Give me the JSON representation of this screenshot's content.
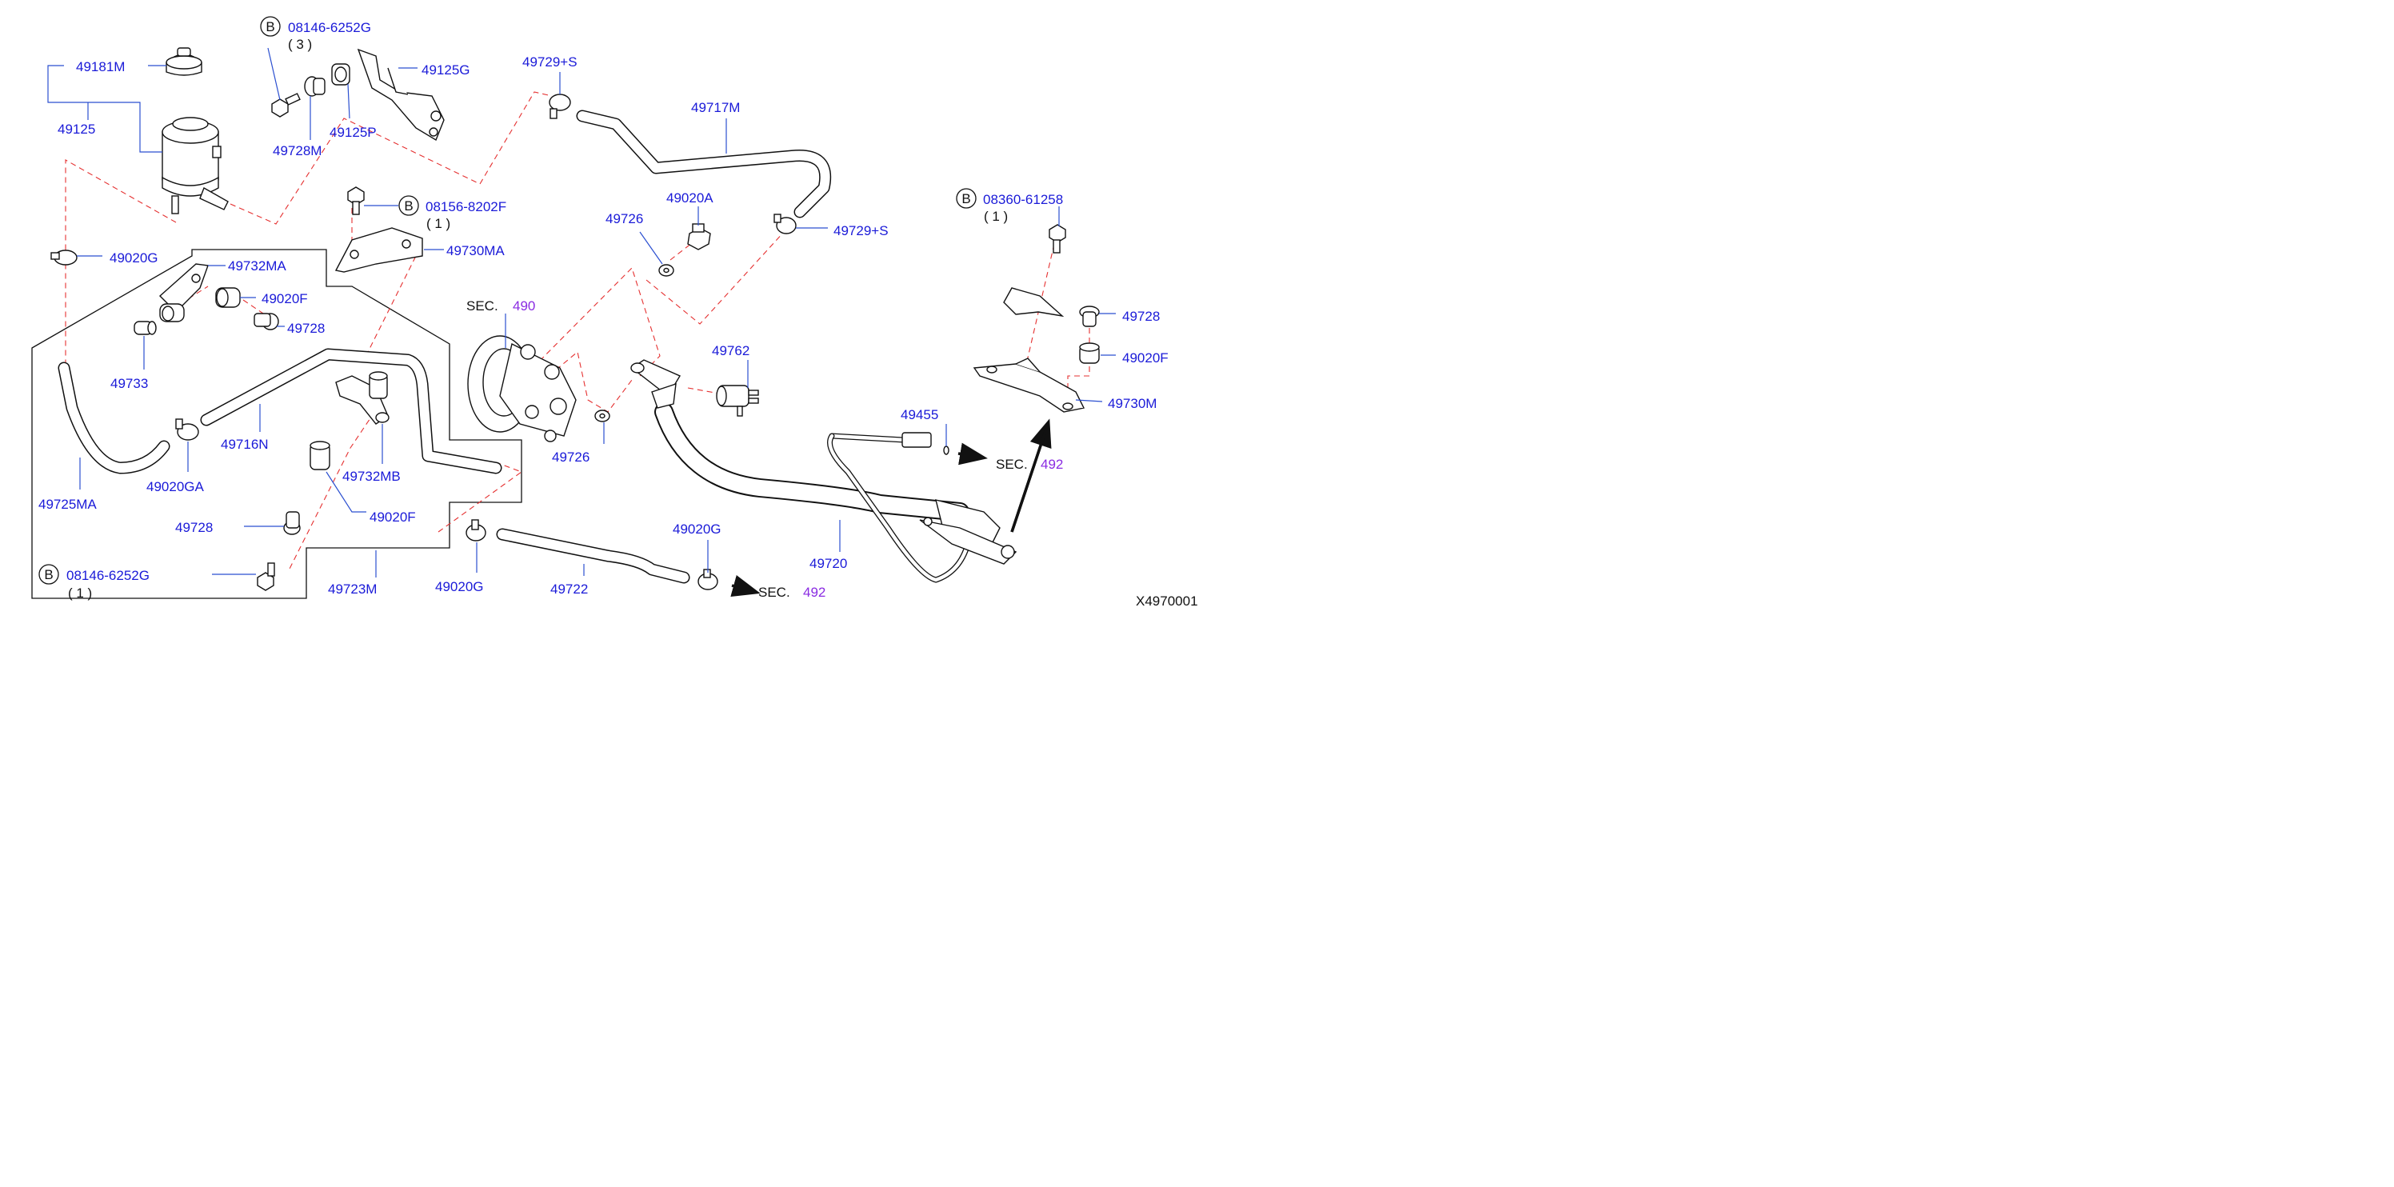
{
  "diagram_code": "X4970001",
  "bolt_prefix": "B",
  "labels": {
    "p49181M": "49181M",
    "p49125": "49125",
    "p08146_top": "08146-6252G",
    "p08146_top_qty": "( 3 )",
    "p49125G": "49125G",
    "p49728M": "49728M",
    "p49125P": "49125P",
    "p49729S_top": "49729+S",
    "p49717M": "49717M",
    "p08156": "08156-8202F",
    "p08156_qty": "( 1 )",
    "p49730MA": "49730MA",
    "p49020G_left": "49020G",
    "p49732MA": "49732MA",
    "p49020F_top": "49020F",
    "p49728_left_top": "49728",
    "p49733": "49733",
    "sec_label": "SEC.",
    "sec490": "490",
    "p49726_top": "49726",
    "p49020A": "49020A",
    "p49729S_right": "49729+S",
    "p08360": "08360-61258",
    "p08360_qty": "( 1 )",
    "p49728_right": "49728",
    "p49020F_right": "49020F",
    "p49730M": "49730M",
    "p49762": "49762",
    "p49455": "49455",
    "sec492": "492",
    "p49716N": "49716N",
    "p49020GA": "49020GA",
    "p49725MA": "49725MA",
    "p49732MB": "49732MB",
    "p49726_bottom": "49726",
    "p49020F_bottom": "49020F",
    "p49728_bottom": "49728",
    "p08146_bottom": "08146-6252G",
    "p08146_bottom_qty": "( 1 )",
    "p49723M": "49723M",
    "p49020G_bottom": "49020G",
    "p49722": "49722",
    "p49020G_right": "49020G",
    "p49720": "49720"
  },
  "colors": {
    "part_label": "#1a1ad8",
    "section_number": "#8a2be2",
    "dashed_line": "#e53030",
    "leader_line": "#2b4fd0",
    "line_art": "#111111"
  }
}
